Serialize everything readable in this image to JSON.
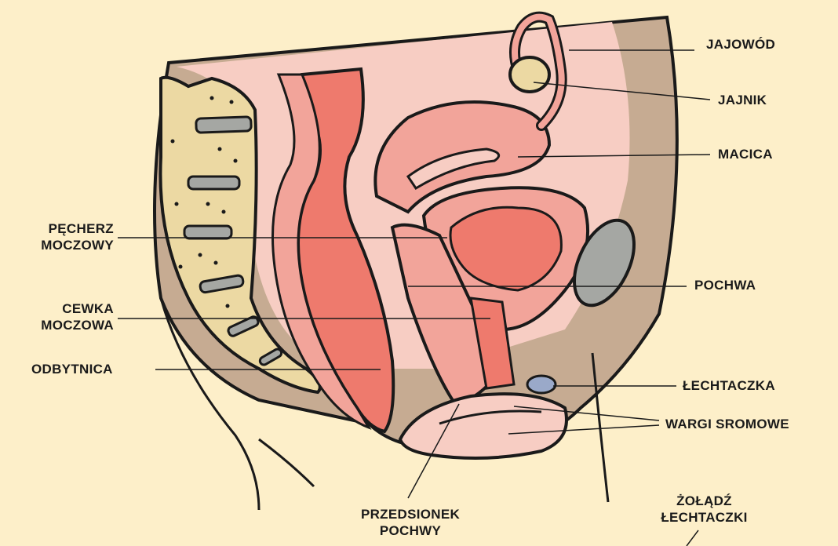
{
  "colors": {
    "background": "#fdefc9",
    "tissue": "#c6ab92",
    "bone": "#ecd9a3",
    "disc": "#a5a7a3",
    "pink_light": "#f7cdc3",
    "pink_mid": "#f2a49a",
    "red": "#ee7a6d",
    "outline": "#1a1a1a",
    "clitoris": "#9aa9c9"
  },
  "labels": {
    "jajowod": "JAJOWÓD",
    "jajnik": "JAJNIK",
    "macica": "MACICA",
    "pecherz_line1": "PĘCHERZ",
    "pecherz_line2": "MOCZOWY",
    "pochwa": "POCHWA",
    "cewka_line1": "CEWKA",
    "cewka_line2": "MOCZOWA",
    "odbytnica": "ODBYTNICA",
    "lechtaczka": "ŁECHTACZKA",
    "wargi": "WARGI SROMOWE",
    "przedsionek_line1": "PRZEDSIONEK",
    "przedsionek_line2": "POCHWY",
    "zoladz_line1": "ŻOŁĄDŹ",
    "zoladz_line2": "ŁECHTACZKI"
  }
}
